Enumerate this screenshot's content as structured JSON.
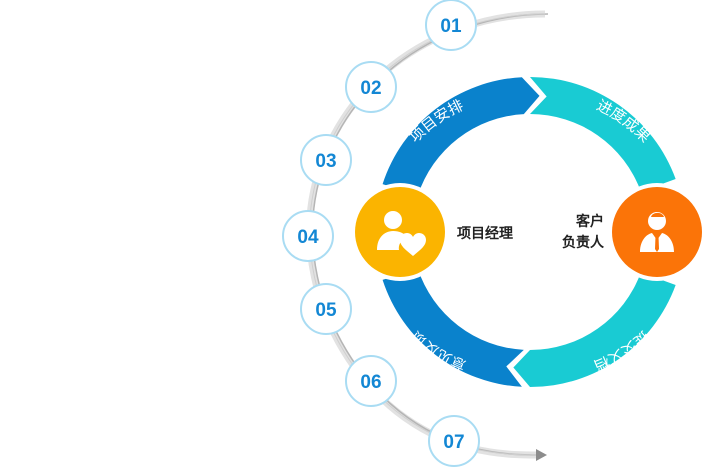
{
  "timeline": {
    "steps": [
      "01",
      "02",
      "03",
      "04",
      "05",
      "06",
      "07"
    ],
    "colors": {
      "circle_border": "#a9dcf3",
      "number": "#1387d4",
      "track": "#c8c8c8",
      "arrow": "#8c8c8c"
    }
  },
  "cycle": {
    "segments": [
      {
        "label": "项目安排",
        "color": "#0a82cc"
      },
      {
        "label": "进度成果",
        "color": "#19cbd3"
      },
      {
        "label": "提交文档",
        "color": "#19cbd3"
      },
      {
        "label": "意见反馈",
        "color": "#0a82cc"
      }
    ],
    "roles": {
      "left": {
        "label": "项目经理",
        "icon": "user-heart-icon",
        "color": "#fbb400"
      },
      "right": {
        "line1": "客户",
        "line2": "负责人",
        "icon": "businessman-icon",
        "color": "#fb7408"
      }
    }
  }
}
